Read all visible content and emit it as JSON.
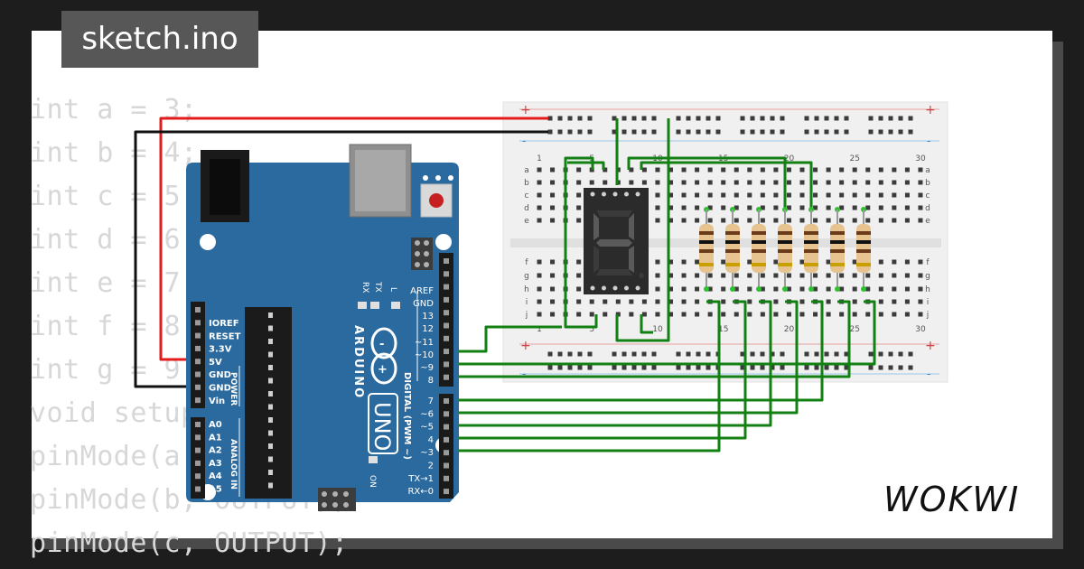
{
  "app": {
    "file_tab": "sketch.ino",
    "brand": "WOKWI"
  },
  "code": {
    "lines": [
      "int a = 3;",
      "int b = 4;",
      "int c = 5;",
      "int d = 6;",
      "int e = 7;",
      "int f = 8;",
      "int g = 9;",
      "void setup() {",
      "pinMode(a, OUTPUT);",
      "pinMode(b, OUTPUT);",
      "pinMode(c, OUTPUT);"
    ]
  },
  "arduino": {
    "model_label": "UNO",
    "brand_label": "ARDUINO",
    "led_labels": [
      "TX",
      "RX",
      "L"
    ],
    "on_label": "ON",
    "power_header_label": "POWER",
    "power_pins": [
      "IOREF",
      "RESET",
      "3.3V",
      "5V",
      "GND",
      "GND",
      "Vin"
    ],
    "analog_header_label": "ANALOG IN",
    "analog_pins": [
      "A0",
      "A1",
      "A2",
      "A3",
      "A4",
      "A5"
    ],
    "digital_header_label": "DIGITAL (PWM ~)",
    "digital_pins_top": [
      "AREF",
      "GND",
      "13",
      "12",
      "~11",
      "~10",
      "~9",
      "8"
    ],
    "digital_pins_bottom": [
      "7",
      "~6",
      "~5",
      "4",
      "~3",
      "2",
      "TX→1",
      "RX←0"
    ]
  },
  "breadboard": {
    "col_numbers": [
      "1",
      "5",
      "10",
      "15",
      "20",
      "25",
      "30"
    ],
    "row_letters_top": [
      "a",
      "b",
      "c",
      "d",
      "e"
    ],
    "row_letters_bottom": [
      "f",
      "g",
      "h",
      "i",
      "j"
    ],
    "rail_plus": "+",
    "rail_minus": "-"
  },
  "display": {
    "digit_shown": "4"
  },
  "colors": {
    "wire_green": "#128012",
    "wire_red": "#e31b1b",
    "wire_black": "#111111",
    "board_blue": "#2a6a9e",
    "code_gray": "#d7d7d7",
    "tab_gray": "#575757"
  }
}
